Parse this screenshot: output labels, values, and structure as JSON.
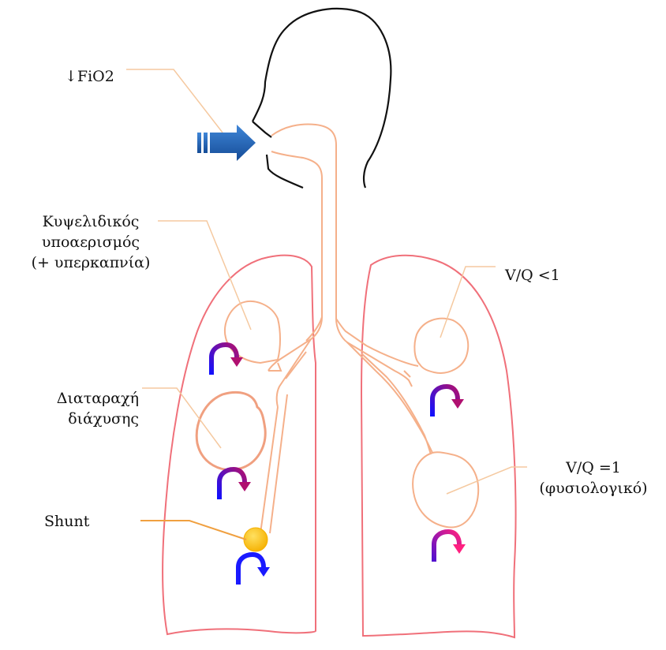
{
  "labels": {
    "fio2": "↓FiO2",
    "hypoventilation": [
      "Κυψελιδικός",
      "υποαερισμός",
      "(+ υπερκαπνία)"
    ],
    "diffusion": [
      "Διαταραχή",
      "διάχυσης"
    ],
    "shunt": "Shunt",
    "vq_low": "V/Q <1",
    "vq_normal": [
      "V/Q =1",
      "(φυσιολογικό)"
    ]
  },
  "colors": {
    "airway": "#f5b08a",
    "lung_outline": "#f0707a",
    "head_outline": "#111111",
    "leader_line": "#f5c9a0",
    "shunt_line": "#f0a040",
    "shunt_blob": "#ffc000",
    "inflow_arrow": "#1f5fb0",
    "perfusion_arrow_start": "#1010ff",
    "perfusion_arrow_end": "#b01070",
    "diseased_alveolus": "#f0a080"
  },
  "icons": {
    "inflow": "blue-block-arrow-icon",
    "perfusion": "curved-perfusion-arrow-icon"
  }
}
